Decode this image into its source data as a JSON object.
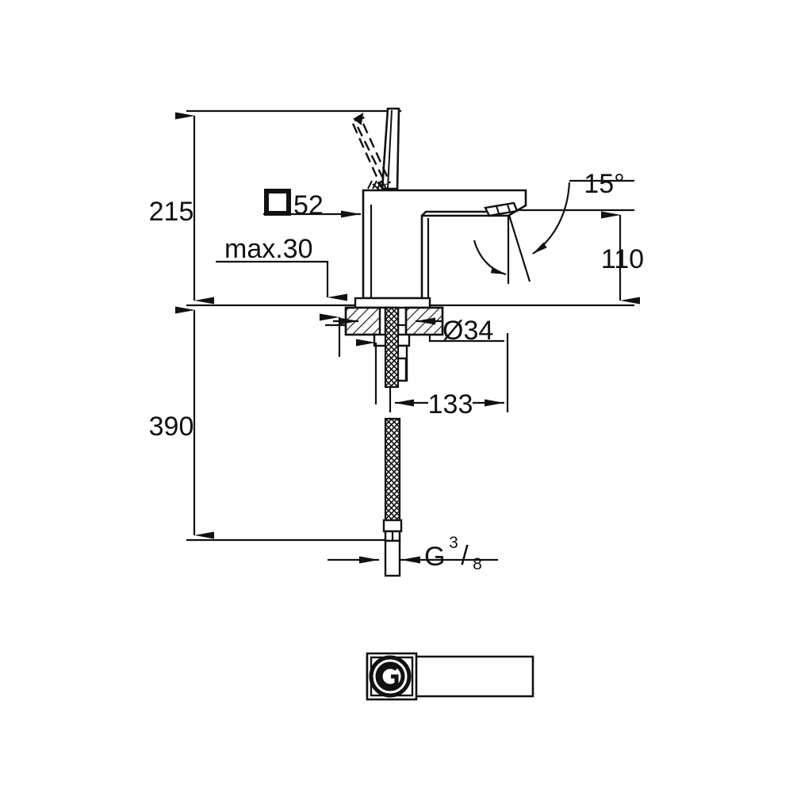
{
  "drawing": {
    "type": "technical-dimension-drawing",
    "subject": "Single-lever basin mixer tap (GROHE Eurocube style)",
    "units": "mm",
    "line_color": "#111111",
    "background_color": "#ffffff"
  },
  "dimensions": {
    "height_above_counter": "215",
    "body_width_square": "52",
    "square_symbol": "□",
    "max_deck_thickness": "max.30",
    "below_counter_length": "390",
    "shank_diameter": "Ø34",
    "spout_reach": "133",
    "spout_height": "110",
    "spout_angle": "15°",
    "thread_size_prefix": "G",
    "thread_numerator": "3",
    "thread_denominator": "8",
    "thread_slash": "/"
  },
  "labels": {
    "h215": "215",
    "sq52": "52",
    "max30": "max.30",
    "h390": "390",
    "d34": "Ø34",
    "r133": "133",
    "h110": "110",
    "a15": "15°",
    "g": "G",
    "num3": "3",
    "slash": "/",
    "den8": "8"
  },
  "views": {
    "elevation": {
      "name": "front-elevation-view",
      "description": "Side elevation of basin mixer with lever handle, spout and flexible connection hoses"
    },
    "plan": {
      "name": "plan-view",
      "description": "Top plan view of lever handle with GROHE circular logo"
    }
  },
  "logo": {
    "name": "grohe-logo",
    "letter": "G"
  }
}
